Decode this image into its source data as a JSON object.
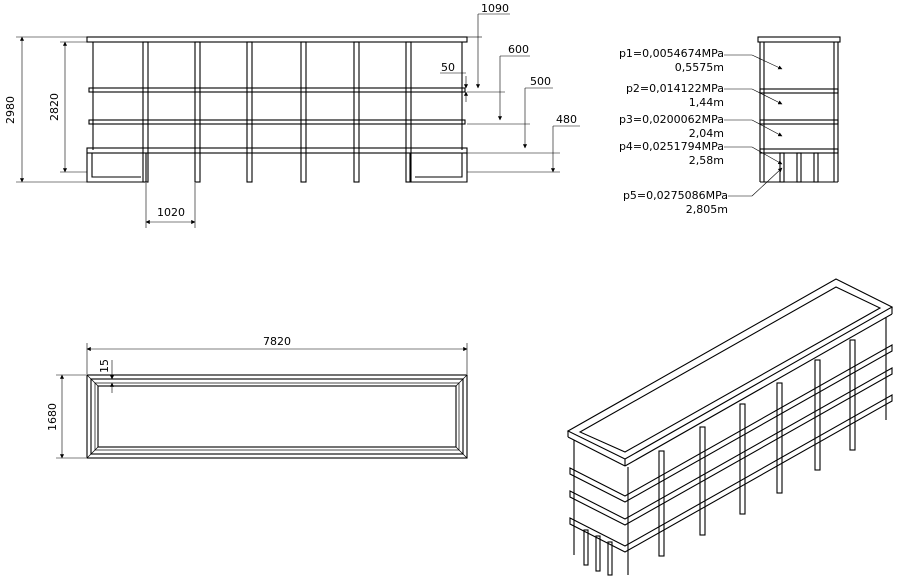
{
  "front_view": {
    "dimensions": {
      "total_height": "2980",
      "frame_height": "2820",
      "post_spacing": "1020",
      "top_overhang": "1090",
      "rib_1": "600",
      "rib_gap": "50",
      "rib_2": "500",
      "rib_3": "480"
    }
  },
  "top_view": {
    "dimensions": {
      "length": "7820",
      "width": "1680",
      "wall": "15"
    }
  },
  "side_view": {
    "pressures": [
      {
        "p": "p1=0,0054674MPa",
        "h": "0,5575m"
      },
      {
        "p": "p2=0,014122MPa",
        "h": "1,44m"
      },
      {
        "p": "p3=0,0200062MPa",
        "h": "2,04m"
      },
      {
        "p": "p4=0,0251794MPa",
        "h": "2,58m"
      },
      {
        "p": "p5=0,0275086MPa",
        "h": "2,805m"
      }
    ]
  }
}
